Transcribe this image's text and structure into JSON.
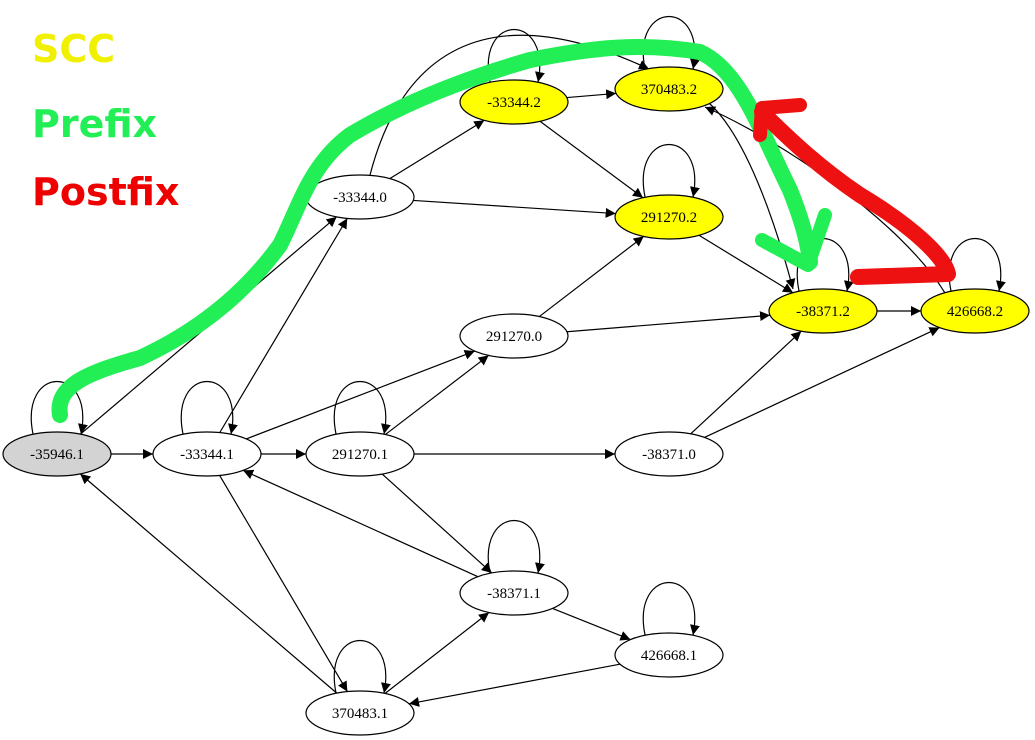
{
  "legend": [
    {
      "label": "SCC",
      "color": "#f0f000"
    },
    {
      "label": "Prefix",
      "color": "#22ee55"
    },
    {
      "label": "Postfix",
      "color": "#ee0000"
    }
  ],
  "colors": {
    "initial_fill": "#d3d3d3",
    "scc_fill": "#ffff00",
    "default_fill": "#ffffff",
    "edge": "#000000",
    "prefix_stroke": "#22ee55",
    "postfix_stroke": "#ee1111"
  },
  "nodes": [
    {
      "id": "n_35946_1",
      "label": "-35946.1",
      "kind": "initial"
    },
    {
      "id": "n_33344_1",
      "label": "-33344.1",
      "kind": "normal"
    },
    {
      "id": "n_291270_1",
      "label": "291270.1",
      "kind": "normal"
    },
    {
      "id": "n_38371_0",
      "label": "-38371.0",
      "kind": "normal"
    },
    {
      "id": "n_33344_0",
      "label": "-33344.0",
      "kind": "normal"
    },
    {
      "id": "n_33344_2",
      "label": "-33344.2",
      "kind": "scc"
    },
    {
      "id": "n_370483_2",
      "label": "370483.2",
      "kind": "scc"
    },
    {
      "id": "n_291270_2",
      "label": "291270.2",
      "kind": "scc"
    },
    {
      "id": "n_291270_0",
      "label": "291270.0",
      "kind": "normal"
    },
    {
      "id": "n_38371_2",
      "label": "-38371.2",
      "kind": "scc"
    },
    {
      "id": "n_426668_2",
      "label": "426668.2",
      "kind": "scc"
    },
    {
      "id": "n_38371_1",
      "label": "-38371.1",
      "kind": "normal"
    },
    {
      "id": "n_426668_1",
      "label": "426668.1",
      "kind": "normal"
    },
    {
      "id": "n_370483_1",
      "label": "370483.1",
      "kind": "normal"
    }
  ],
  "edges": [
    [
      "n_35946_1",
      "n_33344_1"
    ],
    [
      "n_35946_1",
      "n_33344_0"
    ],
    [
      "n_33344_1",
      "n_291270_1"
    ],
    [
      "n_33344_1",
      "n_33344_0"
    ],
    [
      "n_33344_1",
      "n_291270_0"
    ],
    [
      "n_33344_1",
      "n_370483_1"
    ],
    [
      "n_291270_1",
      "n_291270_0"
    ],
    [
      "n_291270_1",
      "n_38371_0"
    ],
    [
      "n_291270_1",
      "n_38371_1"
    ],
    [
      "n_33344_0",
      "n_33344_2"
    ],
    [
      "n_33344_0",
      "n_291270_2"
    ],
    [
      "n_33344_0",
      "n_370483_2"
    ],
    [
      "n_33344_2",
      "n_370483_2"
    ],
    [
      "n_33344_2",
      "n_291270_2"
    ],
    [
      "n_370483_2",
      "n_38371_2"
    ],
    [
      "n_291270_2",
      "n_38371_2"
    ],
    [
      "n_291270_0",
      "n_291270_2"
    ],
    [
      "n_291270_0",
      "n_38371_2"
    ],
    [
      "n_38371_0",
      "n_38371_2"
    ],
    [
      "n_38371_0",
      "n_426668_2"
    ],
    [
      "n_38371_2",
      "n_426668_2"
    ],
    [
      "n_426668_2",
      "n_370483_2"
    ],
    [
      "n_38371_1",
      "n_33344_1"
    ],
    [
      "n_38371_1",
      "n_426668_1"
    ],
    [
      "n_426668_1",
      "n_370483_1"
    ],
    [
      "n_370483_1",
      "n_35946_1"
    ],
    [
      "n_370483_1",
      "n_38371_1"
    ]
  ],
  "self_loops": [
    "n_35946_1",
    "n_33344_1",
    "n_291270_1",
    "n_33344_2",
    "n_370483_2",
    "n_291270_2",
    "n_38371_2",
    "n_426668_2",
    "n_38371_1",
    "n_426668_1",
    "n_370483_1"
  ]
}
